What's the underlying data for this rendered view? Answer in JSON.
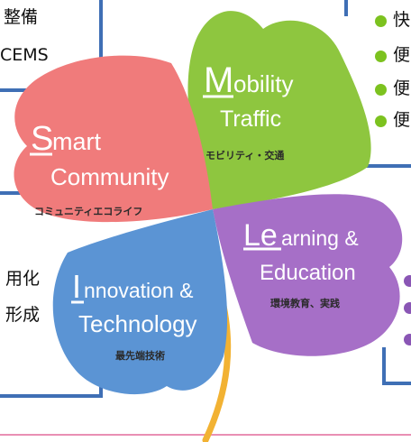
{
  "left_panel": {
    "top_fragment_1": "整備",
    "top_fragment_2": "CEMS",
    "bottom_fragment_1": "用化",
    "bottom_fragment_2": "形成"
  },
  "right_panel": {
    "bullet_fragments": [
      "快",
      "便",
      "便",
      "便"
    ],
    "bullet_color": "#7cc21f"
  },
  "petals": {
    "smart_community": {
      "initial": "S",
      "line1": "mart",
      "line2": "Community",
      "subtitle": "コミュニティエコライフ",
      "color": "#f07b7b"
    },
    "mobility": {
      "initial": "M",
      "line1": "obility",
      "line2": "Traffic",
      "subtitle": "モビリティ・交通",
      "color": "#8ec63f"
    },
    "learning": {
      "initial": "Le",
      "line1": "arning &",
      "line2": "Education",
      "subtitle": "環境教育、実践",
      "color": "#a66fc7"
    },
    "innovation": {
      "initial": "I",
      "line1": "nnovation &",
      "line2": "Technology",
      "subtitle": "最先端技術",
      "color": "#5b94d4"
    }
  },
  "colors": {
    "frame": "#3f6fb5",
    "stem": "#f2b233",
    "bottom_line": "#e98fb4"
  }
}
